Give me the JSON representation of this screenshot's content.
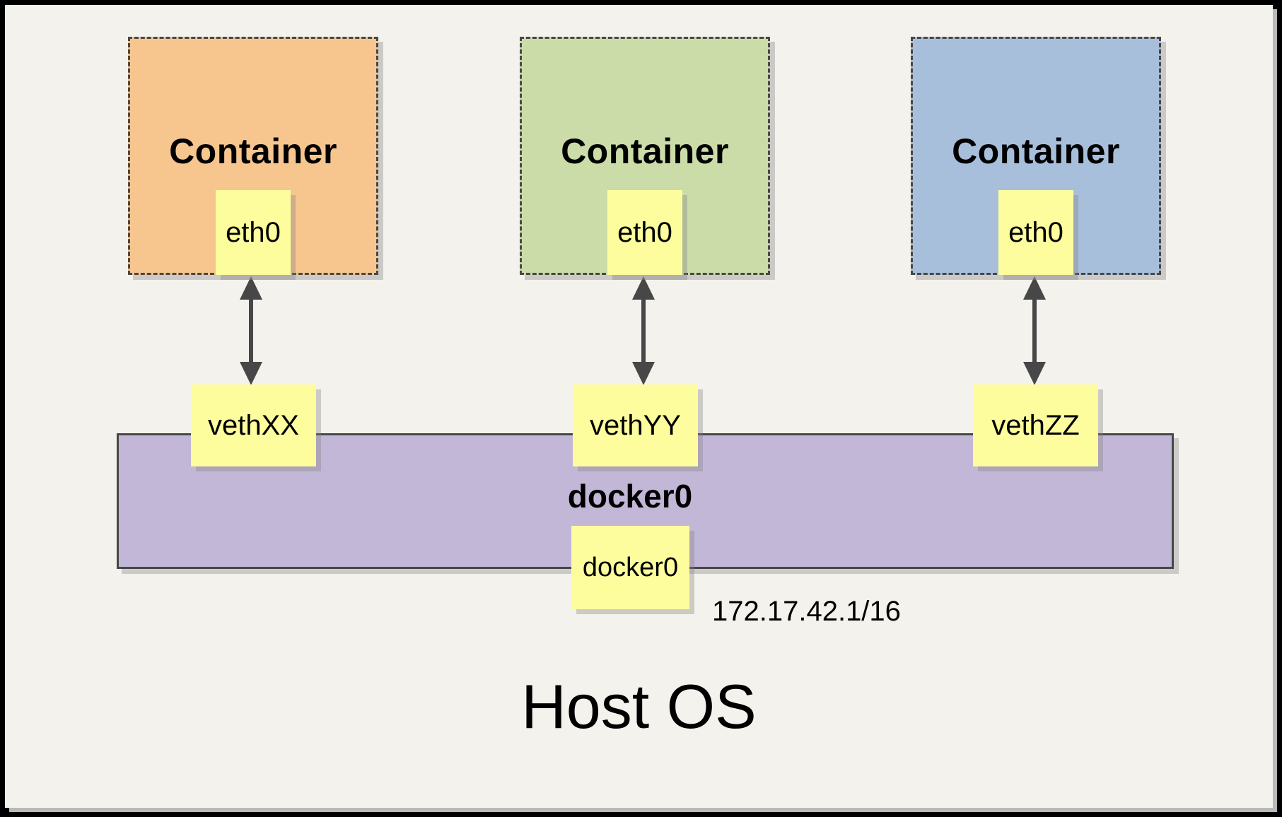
{
  "page": {
    "host_label": "Host OS",
    "background": "#f4f2ec",
    "frame_color": "#000000"
  },
  "bridge": {
    "label": "docker0",
    "interface_label": "docker0",
    "ip": "172.17.42.1/16",
    "color": "#c3b7d8"
  },
  "containers": [
    {
      "label": "Container",
      "interface_label": "eth0",
      "veth_label": "vethXX",
      "color": "#f7c68f"
    },
    {
      "label": "Container",
      "interface_label": "eth0",
      "veth_label": "vethYY",
      "color": "#cbdca9"
    },
    {
      "label": "Container",
      "interface_label": "eth0",
      "veth_label": "vethZZ",
      "color": "#a8bfdc"
    }
  ],
  "colors": {
    "interface_box": "#fdfd9d",
    "line_gray": "#474747",
    "arrow": "#474747"
  }
}
